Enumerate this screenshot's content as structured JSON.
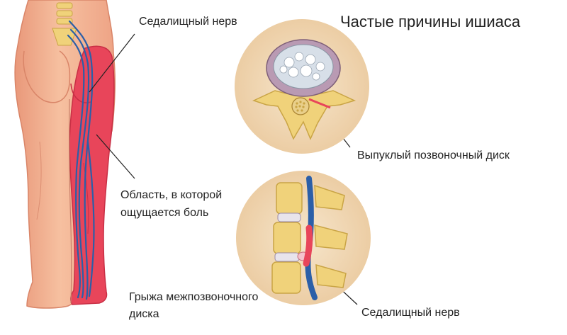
{
  "title": "Частые причины ишиаса",
  "labels": {
    "sciatic_nerve_top": "Седалищный нерв",
    "pain_area_line1": "Область, в которой",
    "pain_area_line2": "ощущается боль",
    "bulging_disc": "Выпуклый позвоночный диск",
    "herniated_disc_line1": "Грыжа межпозвоночного",
    "herniated_disc_line2": "диска",
    "sciatic_nerve_bottom": "Седалищный нерв"
  },
  "colors": {
    "skin": "#f2b08f",
    "pain_area": "#e8455a",
    "nerve": "#2b5fa8",
    "bone": "#f0d27a",
    "disc": "#d7dfe8",
    "circle_bg": "#f1dcbc"
  }
}
